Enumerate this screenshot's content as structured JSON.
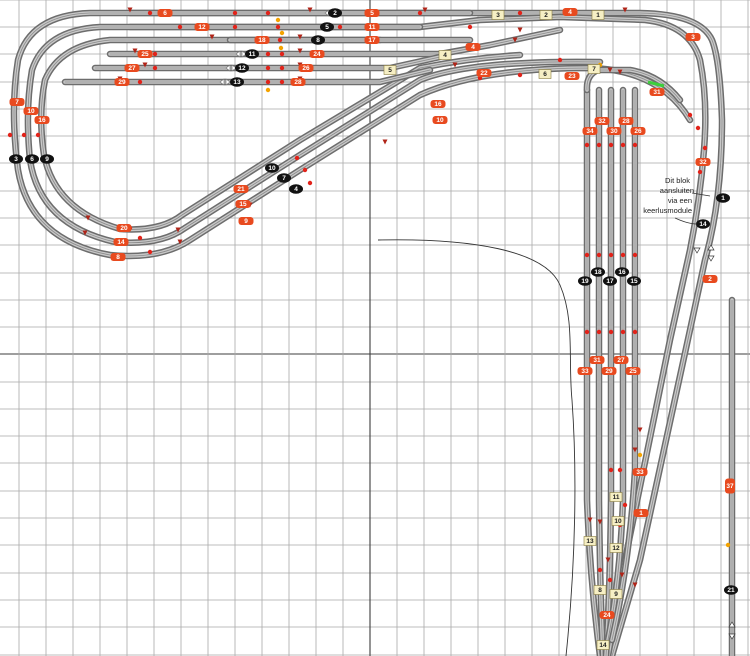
{
  "colors": {
    "block_red": "#e84a1f",
    "block_black": "#111111",
    "block_cream": "#f6efc4",
    "sensor_red": "#e2231a",
    "sensor_orange": "#f4a300",
    "sensor_green": "#3ccf3c",
    "signal": "#b02418",
    "grid_minor": "#a9a9a9",
    "grid_major": "#3c3c3c"
  },
  "note_lines": [
    "Dit blok",
    "aansluiten",
    "via een",
    "keerlusmodule"
  ],
  "blocks": [
    {
      "id": "b6",
      "label": "6",
      "style": "red"
    },
    {
      "id": "b12",
      "label": "12",
      "style": "red"
    },
    {
      "id": "b18",
      "label": "18",
      "style": "red"
    },
    {
      "id": "b25",
      "label": "25",
      "style": "red"
    },
    {
      "id": "b27",
      "label": "27",
      "style": "red"
    },
    {
      "id": "b29",
      "label": "29",
      "style": "red"
    },
    {
      "id": "b2top",
      "label": "2",
      "style": "black"
    },
    {
      "id": "b5mid",
      "label": "5",
      "style": "black"
    },
    {
      "id": "b8mid",
      "label": "8",
      "style": "black"
    },
    {
      "id": "b11mid",
      "label": "11",
      "style": "black"
    },
    {
      "id": "b12mid",
      "label": "12",
      "style": "black"
    },
    {
      "id": "b13mid",
      "label": "13",
      "style": "black"
    },
    {
      "id": "b5r",
      "label": "5",
      "style": "red"
    },
    {
      "id": "b11r",
      "label": "11",
      "style": "red"
    },
    {
      "id": "b17r",
      "label": "17",
      "style": "red"
    },
    {
      "id": "b24r",
      "label": "24",
      "style": "red"
    },
    {
      "id": "b26r",
      "label": "26",
      "style": "red"
    },
    {
      "id": "b28r",
      "label": "28",
      "style": "red"
    },
    {
      "id": "c3",
      "label": "3",
      "style": "cream"
    },
    {
      "id": "c2",
      "label": "2",
      "style": "cream"
    },
    {
      "id": "c1",
      "label": "1",
      "style": "cream"
    },
    {
      "id": "r4top",
      "label": "4",
      "style": "red"
    },
    {
      "id": "r3right",
      "label": "3",
      "style": "red"
    },
    {
      "id": "r4b",
      "label": "4",
      "style": "red"
    },
    {
      "id": "c4",
      "label": "4",
      "style": "cream"
    },
    {
      "id": "c5",
      "label": "5",
      "style": "cream"
    },
    {
      "id": "r22",
      "label": "22",
      "style": "red"
    },
    {
      "id": "c6",
      "label": "6",
      "style": "cream"
    },
    {
      "id": "c7",
      "label": "7",
      "style": "cream"
    },
    {
      "id": "r23",
      "label": "23",
      "style": "red"
    },
    {
      "id": "r31",
      "label": "31",
      "style": "red"
    },
    {
      "id": "r7l",
      "label": "7",
      "style": "red"
    },
    {
      "id": "r10l",
      "label": "10",
      "style": "red"
    },
    {
      "id": "r16l",
      "label": "16",
      "style": "red"
    },
    {
      "id": "k3",
      "label": "3",
      "style": "black"
    },
    {
      "id": "k6",
      "label": "6",
      "style": "black"
    },
    {
      "id": "k9",
      "label": "9",
      "style": "black"
    },
    {
      "id": "r16c",
      "label": "16",
      "style": "red"
    },
    {
      "id": "r10c",
      "label": "10",
      "style": "red"
    },
    {
      "id": "k10",
      "label": "10",
      "style": "black"
    },
    {
      "id": "k7",
      "label": "7",
      "style": "black"
    },
    {
      "id": "k4",
      "label": "4",
      "style": "black"
    },
    {
      "id": "r21",
      "label": "21",
      "style": "red"
    },
    {
      "id": "r15",
      "label": "15",
      "style": "red"
    },
    {
      "id": "r9",
      "label": "9",
      "style": "red"
    },
    {
      "id": "r20",
      "label": "20",
      "style": "red"
    },
    {
      "id": "r14",
      "label": "14",
      "style": "red"
    },
    {
      "id": "r8",
      "label": "8",
      "style": "red"
    },
    {
      "id": "r32",
      "label": "32",
      "style": "red"
    },
    {
      "id": "r28y",
      "label": "28",
      "style": "red"
    },
    {
      "id": "r34",
      "label": "34",
      "style": "red"
    },
    {
      "id": "r30",
      "label": "30",
      "style": "red"
    },
    {
      "id": "r26y",
      "label": "26",
      "style": "red"
    },
    {
      "id": "r32b",
      "label": "32",
      "style": "red"
    },
    {
      "id": "k1",
      "label": "1",
      "style": "black"
    },
    {
      "id": "k14",
      "label": "14",
      "style": "black"
    },
    {
      "id": "r2",
      "label": "2",
      "style": "red"
    },
    {
      "id": "k18",
      "label": "18",
      "style": "black"
    },
    {
      "id": "k16",
      "label": "16",
      "style": "black"
    },
    {
      "id": "k19",
      "label": "19",
      "style": "black"
    },
    {
      "id": "k17",
      "label": "17",
      "style": "black"
    },
    {
      "id": "k15",
      "label": "15",
      "style": "black"
    },
    {
      "id": "r31b",
      "label": "31",
      "style": "red"
    },
    {
      "id": "r27",
      "label": "27",
      "style": "red"
    },
    {
      "id": "r33",
      "label": "33",
      "style": "red"
    },
    {
      "id": "r29",
      "label": "29",
      "style": "red"
    },
    {
      "id": "r25",
      "label": "25",
      "style": "red"
    },
    {
      "id": "r33b",
      "label": "33",
      "style": "red"
    },
    {
      "id": "r1",
      "label": "1",
      "style": "red"
    },
    {
      "id": "c11",
      "label": "11",
      "style": "cream"
    },
    {
      "id": "c10",
      "label": "10",
      "style": "cream"
    },
    {
      "id": "c13",
      "label": "13",
      "style": "cream"
    },
    {
      "id": "c12",
      "label": "12",
      "style": "cream"
    },
    {
      "id": "c8",
      "label": "8",
      "style": "cream"
    },
    {
      "id": "c9",
      "label": "9",
      "style": "cream"
    },
    {
      "id": "r24y",
      "label": "24",
      "style": "red"
    },
    {
      "id": "c14",
      "label": "14",
      "style": "cream"
    },
    {
      "id": "r37",
      "label": "37",
      "style": "red"
    },
    {
      "id": "k21",
      "label": "21",
      "style": "black"
    }
  ]
}
